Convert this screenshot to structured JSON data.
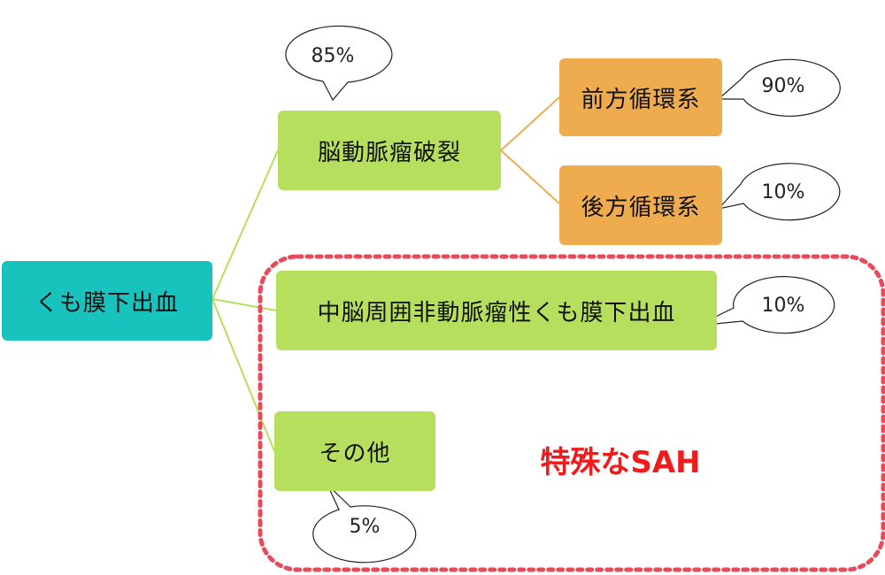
{
  "nodes": {
    "root": "くも膜下出血",
    "aneurysm": "脳動脈瘤破裂",
    "anterior": "前方循環系",
    "posterior": "後方循環系",
    "perimesencephalic": "中脳周囲非動脈瘤性くも膜下出血",
    "other": "その他"
  },
  "callouts": {
    "aneurysm": "85%",
    "anterior": "90%",
    "posterior": "10%",
    "perimesencephalic": "10%",
    "other": "5%"
  },
  "special_group": {
    "label": "特殊なSAH",
    "color": "#ee1c1c",
    "border_color": "#e84a5a"
  },
  "colors": {
    "root": "#18c3bd",
    "level2": "#b5df5d",
    "level3": "#eeac4f"
  }
}
